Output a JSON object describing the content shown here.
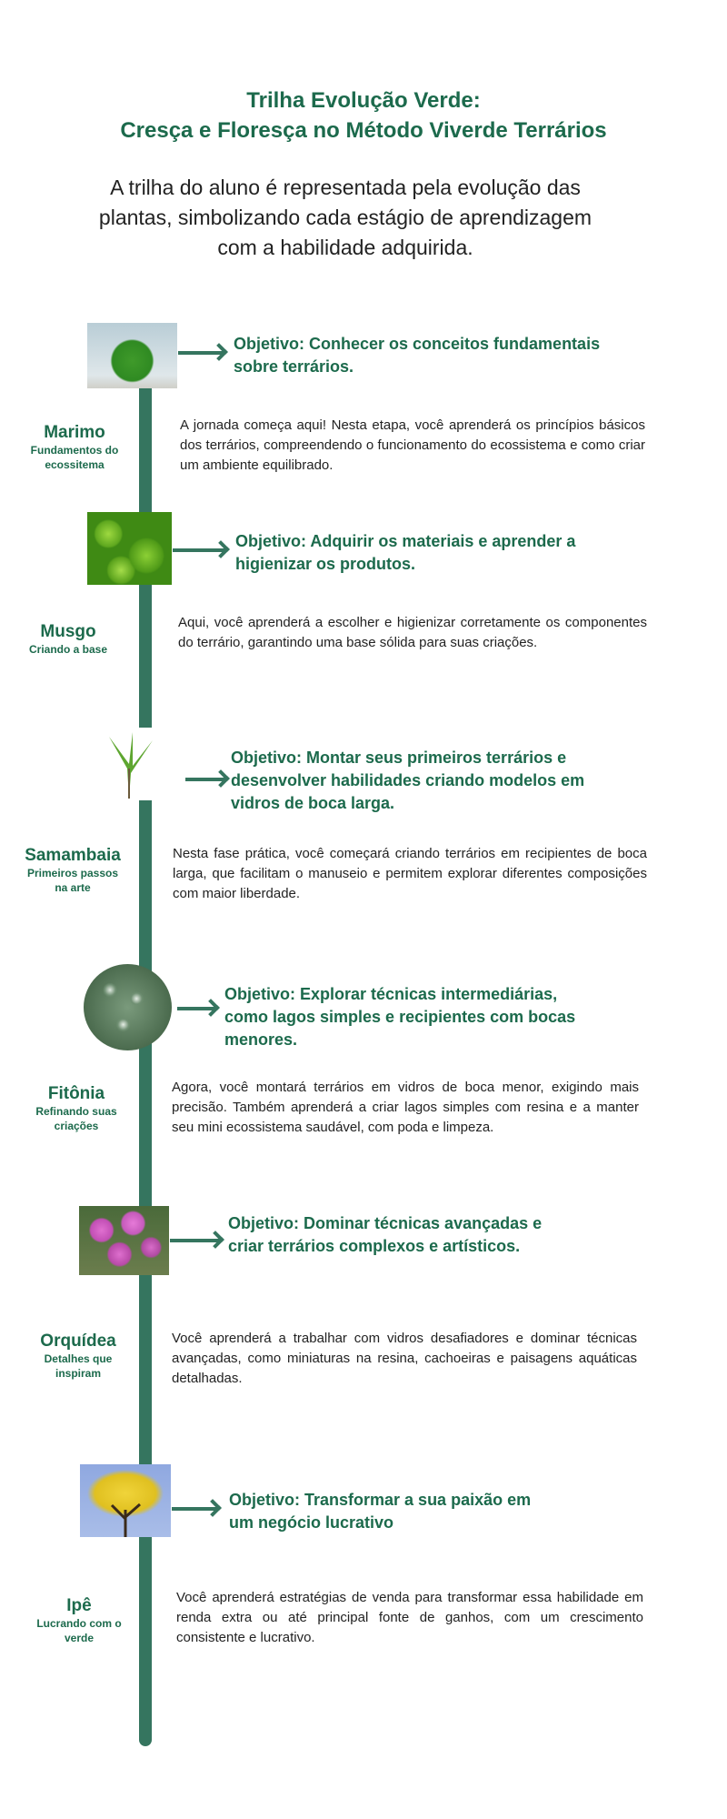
{
  "header": {
    "title_line1": "Trilha Evolução Verde:",
    "title_line2": "Cresça e Floresça no Método Viverde Terrários"
  },
  "intro": {
    "line1": "A trilha do aluno é representada pela evolução das",
    "line2": "plantas, simbolizando cada estágio de aprendizagem",
    "line3": "com a habilidade adquirida."
  },
  "stages": [
    {
      "name": "Marimo",
      "subtitle": [
        "Fundamentos do",
        "ecossitema"
      ],
      "objective": [
        "Objetivo: Conhecer os conceitos fundamentais",
        "sobre terrários."
      ],
      "description": "A jornada começa aqui! Nesta etapa, você aprenderá os princípios básicos dos terrários, compreendendo o funcionamento do ecossistema e como criar um ambiente equilibrado.",
      "image": "marimo-moss-ball-image"
    },
    {
      "name": "Musgo",
      "subtitle": [
        "Criando a base"
      ],
      "objective": [
        "Objetivo: Adquirir os materiais e aprender a",
        "higienizar os produtos."
      ],
      "description": "Aqui, você aprenderá a escolher e higienizar corretamente os componentes do terrário, garantindo uma base sólida para suas criações.",
      "image": "moss-image"
    },
    {
      "name": "Samambaia",
      "subtitle": [
        "Primeiros passos",
        "na arte"
      ],
      "objective": [
        "Objetivo: Montar seus primeiros terrários e",
        "desenvolver habilidades criando modelos em",
        "vidros de boca larga."
      ],
      "description": "Nesta fase prática, você começará criando terrários em recipientes de boca larga, que facilitam o manuseio e permitem explorar diferentes composições com maior liberdade.",
      "image": "fern-image"
    },
    {
      "name": "Fitônia",
      "subtitle": [
        "Refinando suas",
        "criações"
      ],
      "objective": [
        "Objetivo:  Explorar técnicas intermediárias,",
        "como lagos simples e recipientes com bocas",
        "menores."
      ],
      "description": "Agora, você montará terrários em vidros de boca menor, exigindo mais precisão. Também aprenderá a criar lagos simples com resina e a manter seu mini ecossistema saudável, com poda e limpeza.",
      "image": "fittonia-image"
    },
    {
      "name": "Orquídea",
      "subtitle": [
        "Detalhes que",
        "inspiram"
      ],
      "objective": [
        "Objetivo: Dominar técnicas avançadas e",
        "criar terrários complexos e artísticos."
      ],
      "description": "Você aprenderá a trabalhar com vidros desafiadores e dominar técnicas avançadas, como miniaturas na resina, cachoeiras e paisagens aquáticas detalhadas.",
      "image": "orchid-image"
    },
    {
      "name": "Ipê",
      "subtitle": [
        "Lucrando com o",
        "verde"
      ],
      "objective": [
        "Objetivo: Transformar a sua paixão em",
        "um negócio lucrativo"
      ],
      "description": "Você aprenderá estratégias de venda para transformar essa habilidade em renda extra ou até principal fonte de ganhos, com um crescimento consistente e lucrativo.",
      "image": "ipe-tree-image"
    }
  ],
  "colors": {
    "accent": "#1c6a4c",
    "bar": "#35755f"
  }
}
